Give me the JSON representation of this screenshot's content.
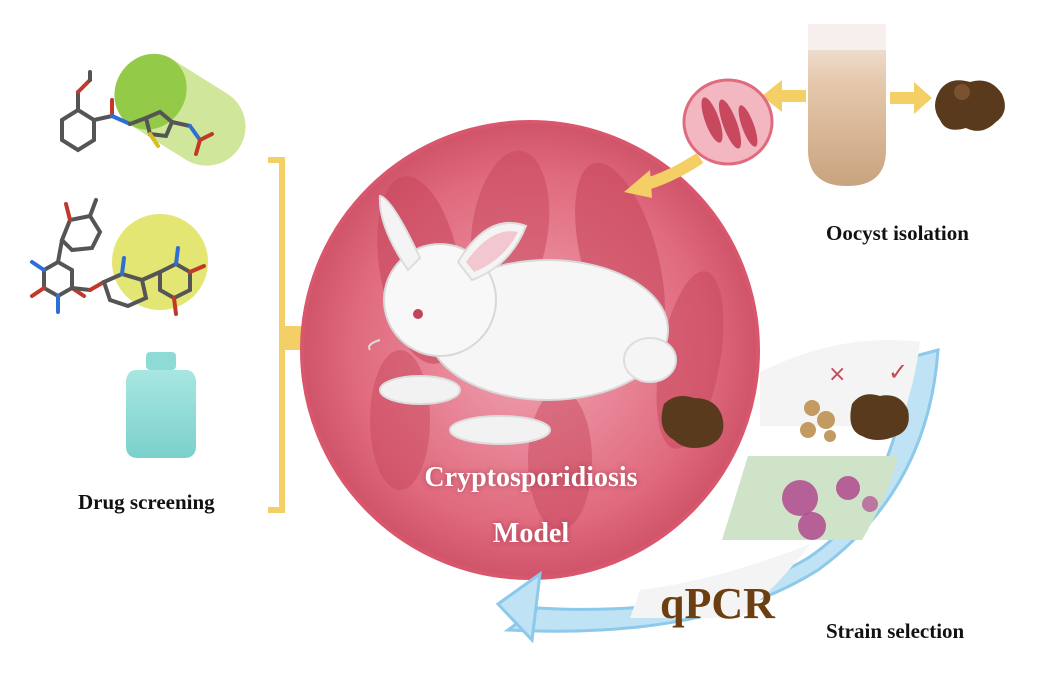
{
  "labels": {
    "drug_screening": "Drug screening",
    "oocyst_isolation": "Oocyst isolation",
    "strain_selection": "Strain selection",
    "model_line1": "Cryptosporidiosis",
    "model_line2": "Model",
    "qpcr": "qPCR"
  },
  "marks": {
    "reject": "×",
    "accept": "✓"
  },
  "icons": [
    "drug-capsule-icon",
    "drug-molecule-icon",
    "drug-bottle-icon",
    "intestine-icon",
    "rabbit-icon",
    "feces-icon",
    "test-tube-icon",
    "arrow-icon",
    "bracket-icon",
    "microscope-cells-icon"
  ],
  "colors": {
    "intestine": "#e0596f",
    "arrow": "#f3cf66",
    "bracket": "#f3cf66",
    "flow_arrow": "#aad8f0",
    "feces": "#5a3a1c",
    "text_qpcr": "#6b3f12"
  }
}
